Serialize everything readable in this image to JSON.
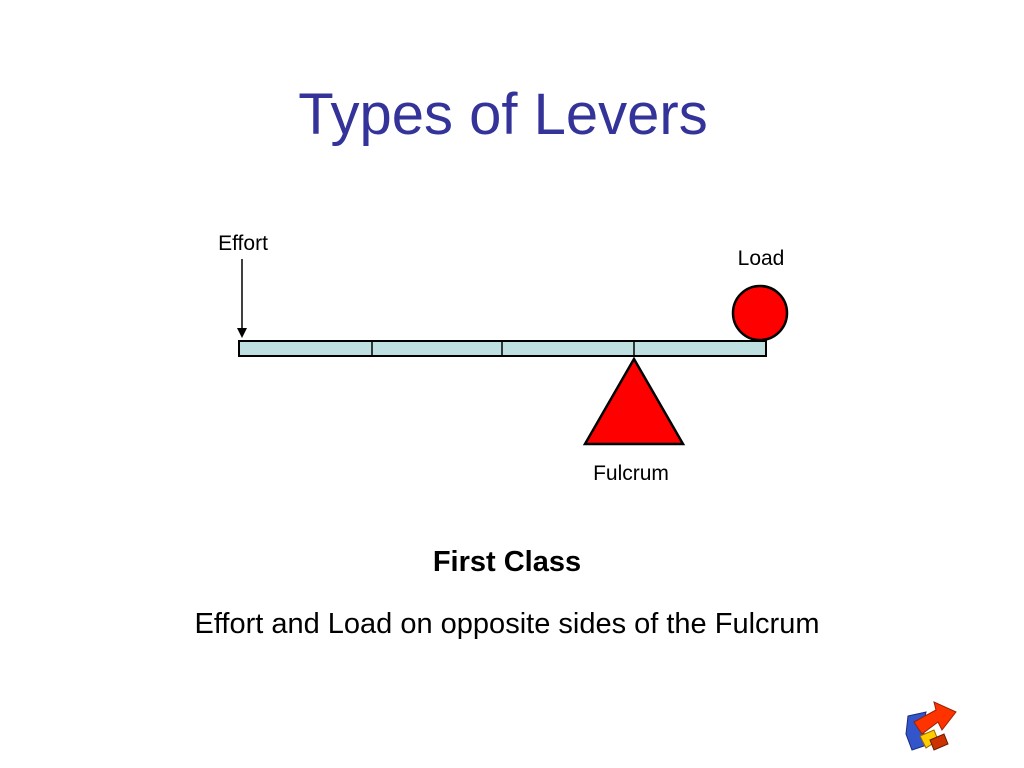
{
  "slide": {
    "title": "Types of Levers",
    "heading": "First Class",
    "description": "Effort and Load on opposite sides of the Fulcrum"
  },
  "diagram": {
    "labels": {
      "effort": "Effort",
      "load": "Load",
      "fulcrum": "Fulcrum"
    },
    "colors": {
      "beam_fill": "#bfe0e0",
      "load_fill": "#ff0000",
      "fulcrum_fill": "#ff0000",
      "outline": "#000000"
    }
  },
  "colors": {
    "title": "#333399"
  },
  "icons": {
    "navigation": "forward-arrow-icon"
  }
}
